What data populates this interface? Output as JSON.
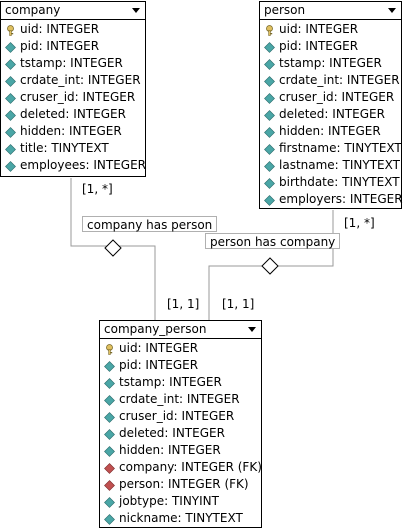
{
  "entities": {
    "company": {
      "title": "company",
      "fields": [
        {
          "text": "uid: INTEGER",
          "icon": "key-icon"
        },
        {
          "text": "pid: INTEGER",
          "icon": "field-icon"
        },
        {
          "text": "tstamp: INTEGER",
          "icon": "field-icon"
        },
        {
          "text": "crdate_int: INTEGER",
          "icon": "field-icon"
        },
        {
          "text": "cruser_id: INTEGER",
          "icon": "field-icon"
        },
        {
          "text": "deleted: INTEGER",
          "icon": "field-icon"
        },
        {
          "text": "hidden: INTEGER",
          "icon": "field-icon"
        },
        {
          "text": "title: TINYTEXT",
          "icon": "field-icon"
        },
        {
          "text": "employees: INTEGER",
          "icon": "field-icon"
        }
      ]
    },
    "person": {
      "title": "person",
      "fields": [
        {
          "text": "uid: INTEGER",
          "icon": "key-icon"
        },
        {
          "text": "pid: INTEGER",
          "icon": "field-icon"
        },
        {
          "text": "tstamp: INTEGER",
          "icon": "field-icon"
        },
        {
          "text": "crdate_int: INTEGER",
          "icon": "field-icon"
        },
        {
          "text": "cruser_id: INTEGER",
          "icon": "field-icon"
        },
        {
          "text": "deleted: INTEGER",
          "icon": "field-icon"
        },
        {
          "text": "hidden: INTEGER",
          "icon": "field-icon"
        },
        {
          "text": "firstname: TINYTEXT",
          "icon": "field-icon"
        },
        {
          "text": "lastname: TINYTEXT",
          "icon": "field-icon"
        },
        {
          "text": "birthdate: TINYTEXT",
          "icon": "field-icon"
        },
        {
          "text": "employers: INTEGER",
          "icon": "field-icon"
        }
      ]
    },
    "company_person": {
      "title": "company_person",
      "fields": [
        {
          "text": "uid: INTEGER",
          "icon": "key-icon"
        },
        {
          "text": "pid: INTEGER",
          "icon": "field-icon"
        },
        {
          "text": "tstamp: INTEGER",
          "icon": "field-icon"
        },
        {
          "text": "crdate_int: INTEGER",
          "icon": "field-icon"
        },
        {
          "text": "cruser_id: INTEGER",
          "icon": "field-icon"
        },
        {
          "text": "deleted: INTEGER",
          "icon": "field-icon"
        },
        {
          "text": "hidden: INTEGER",
          "icon": "field-icon"
        },
        {
          "text": "company: INTEGER (FK)",
          "icon": "foreign-key-icon"
        },
        {
          "text": "person: INTEGER (FK)",
          "icon": "foreign-key-icon"
        },
        {
          "text": "jobtype: TINYINT",
          "icon": "field-icon"
        },
        {
          "text": "nickname: TINYTEXT",
          "icon": "field-icon"
        }
      ]
    }
  },
  "relationships": {
    "company_has_person": {
      "label": "company has person",
      "cardinality_parent": "[1, *]",
      "cardinality_child": "[1, 1]"
    },
    "person_has_company": {
      "label": "person has company",
      "cardinality_parent": "[1, *]",
      "cardinality_child": "[1, 1]"
    }
  },
  "colors": {
    "key": "#e0c060",
    "field": "#4aa6a6",
    "foreign_key": "#c05050",
    "connector": "#9a9a9a"
  }
}
